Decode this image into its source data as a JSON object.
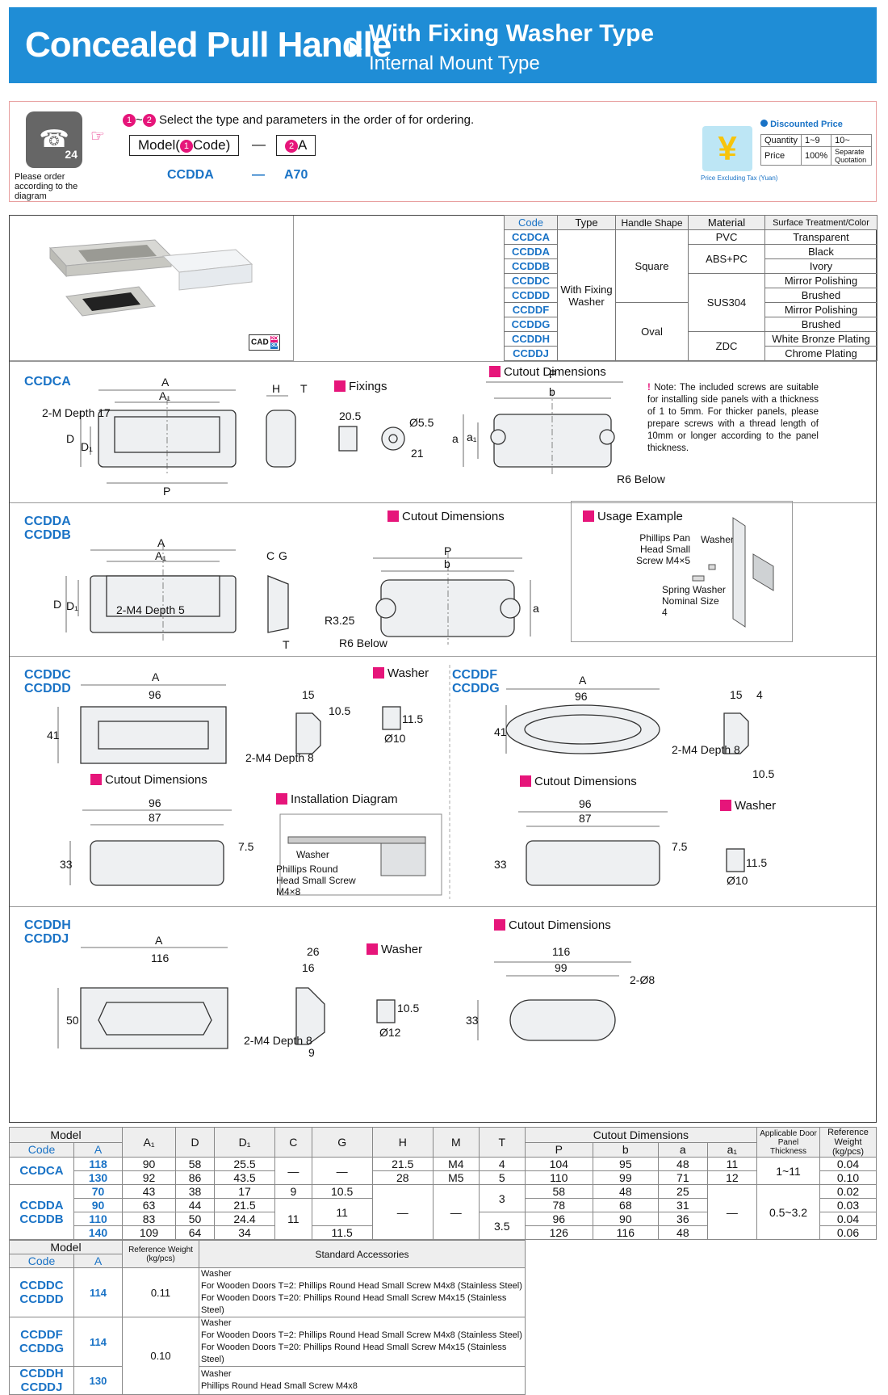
{
  "header": {
    "title": "Concealed Pull Handle",
    "subtitle1": "With Fixing Washer Type",
    "subtitle2": "Internal Mount Type"
  },
  "order": {
    "phone_badge": "24",
    "instruction_marks": [
      "1",
      "2"
    ],
    "instruction": "Select the type and parameters in the order of for ordering.",
    "model_label": "Model(",
    "model_mark": "1",
    "model_label_end": "Code)",
    "dash": "—",
    "param_mark": "2",
    "param_label": "A",
    "example_code": "CCDDA",
    "example_param": "A70",
    "note": "Please order according to the diagram",
    "price_title": "Discounted Price",
    "quantity_label": "Quantity",
    "qty1": "1~9",
    "qty2": "10~",
    "price_label": "Price",
    "price1": "100%",
    "price2": "Separate Quotation",
    "tax_note": "Price Excluding Tax (Yuan)"
  },
  "spec_table": {
    "headers": [
      "Code",
      "Type",
      "Handle Shape",
      "Material",
      "Surface Treatment/Color"
    ],
    "codes": [
      "CCDCA",
      "CCDDA",
      "CCDDB",
      "CCDDC",
      "CCDDD",
      "CCDDF",
      "CCDDG",
      "CCDDH",
      "CCDDJ"
    ],
    "type": "With Fixing Washer",
    "shape_square": "Square",
    "shape_oval": "Oval",
    "materials": [
      "PVC",
      "ABS+PC",
      "SUS304",
      "ZDC"
    ],
    "surfaces": [
      "Transparent",
      "Black",
      "Ivory",
      "Mirror Polishing",
      "Brushed",
      "Mirror Polishing",
      "Brushed",
      "White Bronze Plating",
      "Chrome Plating"
    ]
  },
  "cad_badge": {
    "cad": "CAD",
    "d2": "2D",
    "d3": "3D"
  },
  "labels": {
    "fixings": "Fixings",
    "cutout": "Cutout Dimensions",
    "usage": "Usage Example",
    "washer": "Washer",
    "installation": "Installation Diagram",
    "note": "Note: The included screws are suitable for installing side panels with a thickness of 1 to 5mm. For thicker panels, please prepare screws with a thread length of 10mm or longer according to the panel thickness.",
    "pan_head": "Phillips Pan Head Small Screw M4×5",
    "spring_washer": "Spring Washer Nominal Size 4",
    "round_head": "Phillips Round Head Small Screw M4×8"
  },
  "dims": {
    "A": "A",
    "A1": "A₁",
    "D": "D",
    "D1": "D₁",
    "H": "H",
    "T": "T",
    "P": "P",
    "b": "b",
    "a": "a",
    "a1": "a₁",
    "C": "C",
    "G": "G",
    "m2_17": "2-M Depth 17",
    "m4_5": "2-M4 Depth 5",
    "m4_8": "2-M4 Depth 8",
    "r6": "R6 Below",
    "r325": "R3.25",
    "d55": "Ø5.5",
    "v205": "20.5",
    "v21": "21",
    "v96": "96",
    "v87": "87",
    "v41": "41",
    "v33": "33",
    "v75": "7.5",
    "v15": "15",
    "v105": "10.5",
    "v115": "11.5",
    "d10": "Ø10",
    "v4": "4",
    "v116": "116",
    "v99": "99",
    "v50": "50",
    "v26": "26",
    "v16": "16",
    "v9": "9",
    "d12": "Ø12",
    "d8": "2-Ø8"
  },
  "codes": {
    "ccdca": "CCDCA",
    "ccdda": "CCDDA",
    "ccddb": "CCDDB",
    "ccddc": "CCDDC",
    "ccddd": "CCDDD",
    "ccddf": "CCDDF",
    "ccddg": "CCDDG",
    "ccddh": "CCDDH",
    "ccddj": "CCDDJ"
  },
  "dim_table": {
    "h_model": "Model",
    "h_code": "Code",
    "h_A": "A",
    "cols": [
      "A₁",
      "D",
      "D₁",
      "C",
      "G",
      "H",
      "M",
      "T"
    ],
    "h_cutout": "Cutout Dimensions",
    "cut_cols": [
      "P",
      "b",
      "a",
      "a₁"
    ],
    "h_thick": "Applicable Door Panel Thickness",
    "h_weight": "Reference Weight (kg/pcs)",
    "rows": [
      {
        "A": "118",
        "A1": "90",
        "D": "58",
        "D1": "25.5",
        "H": "21.5",
        "M": "M4",
        "T": "4",
        "P": "104",
        "b": "95",
        "a": "48",
        "a1": "11",
        "w": "0.04"
      },
      {
        "A": "130",
        "A1": "92",
        "D": "86",
        "D1": "43.5",
        "H": "28",
        "M": "M5",
        "T": "5",
        "P": "110",
        "b": "99",
        "a": "71",
        "a1": "12",
        "w": "0.10"
      },
      {
        "A": "70",
        "A1": "43",
        "D": "38",
        "D1": "17",
        "C": "9",
        "G": "10.5",
        "P": "58",
        "b": "48",
        "a": "25",
        "w": "0.02"
      },
      {
        "A": "90",
        "A1": "63",
        "D": "44",
        "D1": "21.5",
        "P": "78",
        "b": "68",
        "a": "31",
        "w": "0.03"
      },
      {
        "A": "110",
        "A1": "83",
        "D": "50",
        "D1": "24.4",
        "P": "96",
        "b": "90",
        "a": "36",
        "w": "0.04"
      },
      {
        "A": "140",
        "A1": "109",
        "D": "64",
        "D1": "34",
        "G": "11.5",
        "P": "126",
        "b": "116",
        "a": "48",
        "w": "0.06"
      }
    ],
    "C_mid": "11",
    "G_mid": "11",
    "T_a": "3",
    "T_b": "3.5",
    "dash": "—",
    "thick1": "1~11",
    "thick2": "0.5~3.2"
  },
  "acc_table": {
    "h_model": "Model",
    "h_code": "Code",
    "h_A": "A",
    "h_weight": "Reference Weight (kg/pcs)",
    "h_acc": "Standard Accessories",
    "rows": [
      {
        "A": "114",
        "w": "0.11",
        "l1": "Washer",
        "l2": "For Wooden Doors T=2: Phillips Round Head Small Screw M4x8 (Stainless Steel)",
        "l3": "For Wooden Doors T=20: Phillips Round Head Small Screw M4x15 (Stainless Steel)"
      },
      {
        "A": "114",
        "w": "0.10",
        "l1": "Washer",
        "l2": "For Wooden Doors T=2: Phillips Round Head Small Screw M4x8 (Stainless Steel)",
        "l3": "For Wooden Doors T=20: Phillips Round Head Small Screw M4x15 (Stainless Steel)"
      },
      {
        "A": "130",
        "l1": "Washer",
        "l2": "Phillips Round Head Small Screw M4x8"
      }
    ]
  }
}
